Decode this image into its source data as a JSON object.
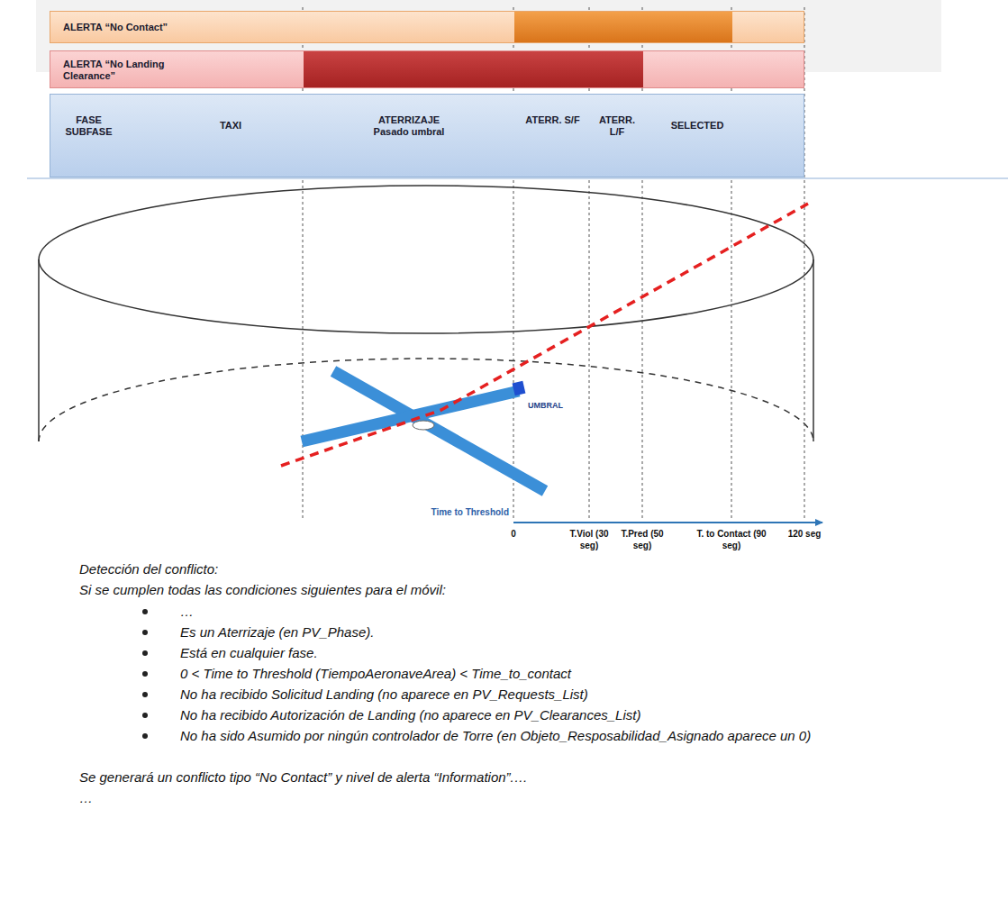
{
  "diagram": {
    "nodes": [
      {
        "text": [
          "ALERTA “No Contact”"
        ]
      },
      {
        "text": [
          "ALERTA “No Landing Clearance”"
        ]
      },
      {
        "text": [
          "FASE SUBFASE",
          "TAXI",
          "ATERRIZAJE Pasado umbral",
          "ATERR. S/F",
          "ATERR. L/F",
          "SELECTED"
        ]
      }
    ],
    "edges": [],
    "labels": [
      "UMBRAL",
      "Time to Threshold",
      "0",
      "T.Viol (30 seg)",
      "T.Pred (50 seg)",
      "T. to Contact (90 seg)",
      "120 seg",
      "Detección del conflicto:",
      "Si se cumplen todas las condiciones siguientes para el móvil:",
      "…",
      "Es un Aterrizaje (en PV_Phase).",
      "Está en cualquier fase.",
      "0 < Time to Threshold (TiempoAeronaveArea) < Time_to_contact",
      "No ha recibido Solicitud Landing (no aparece en PV_Requests_List)",
      "No ha recibido Autorización de Landing (no aparece en PV_Clearances_List)",
      "No ha sido Asumido por ningún controlador de Torre (en Objeto_Resposabilidad_Asignado aparece un 0)",
      "Se generará un conflicto tipo “No Contact” y nivel de alerta “Information”.…",
      "…"
    ]
  }
}
